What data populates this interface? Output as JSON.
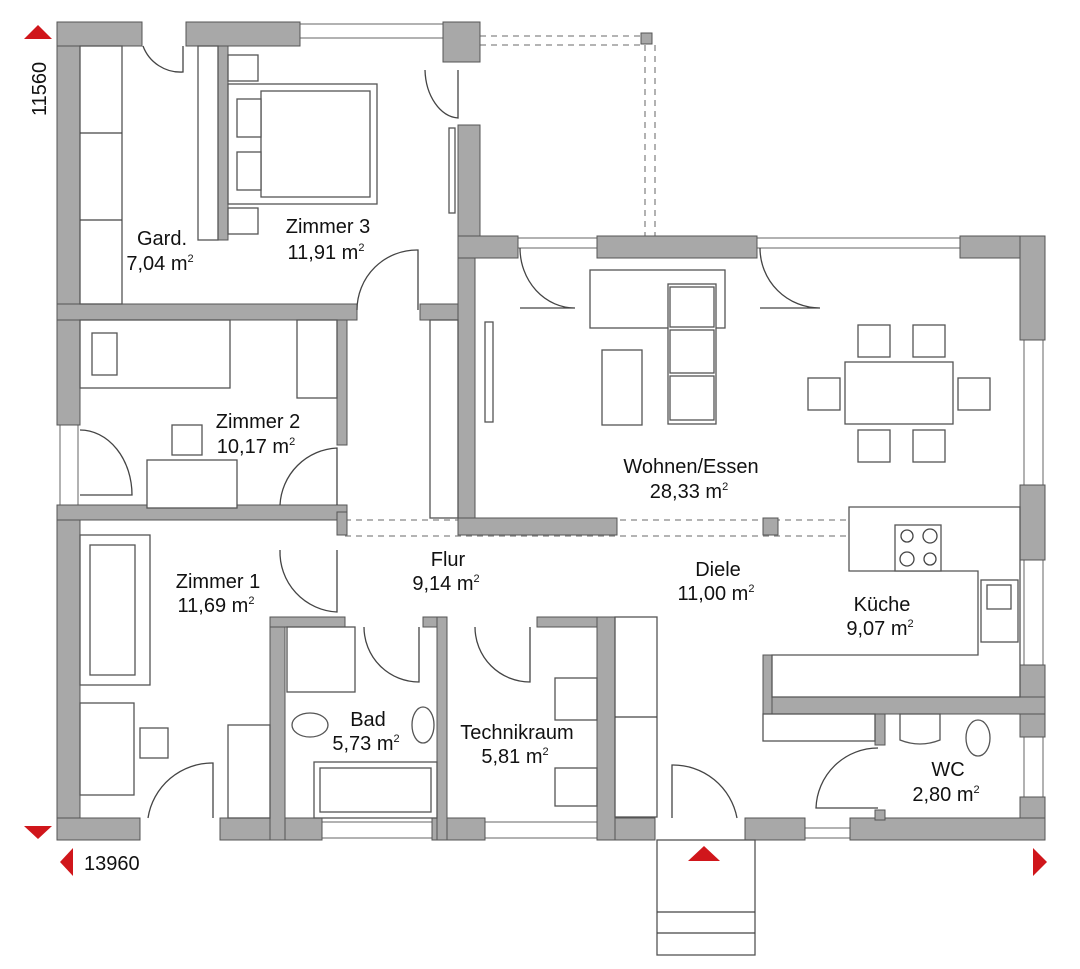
{
  "dimensions": {
    "depth_mm": "11560",
    "width_mm": "13960"
  },
  "unit": "m",
  "unit_sup": "2",
  "rooms": [
    {
      "name": "Gard.",
      "area": "7,04"
    },
    {
      "name": "Zimmer 3",
      "area": "11,91"
    },
    {
      "name": "Zimmer 2",
      "area": "10,17"
    },
    {
      "name": "Wohnen/Essen",
      "area": "28,33"
    },
    {
      "name": "Zimmer 1",
      "area": "11,69"
    },
    {
      "name": "Flur",
      "area": "9,14"
    },
    {
      "name": "Diele",
      "area": "11,00"
    },
    {
      "name": "Küche",
      "area": "9,07"
    },
    {
      "name": "Bad",
      "area": "5,73"
    },
    {
      "name": "Technikraum",
      "area": "5,81"
    },
    {
      "name": "WC",
      "area": "2,80"
    }
  ],
  "colors": {
    "wall": "#a8a8a8",
    "marker": "#d0161b"
  }
}
